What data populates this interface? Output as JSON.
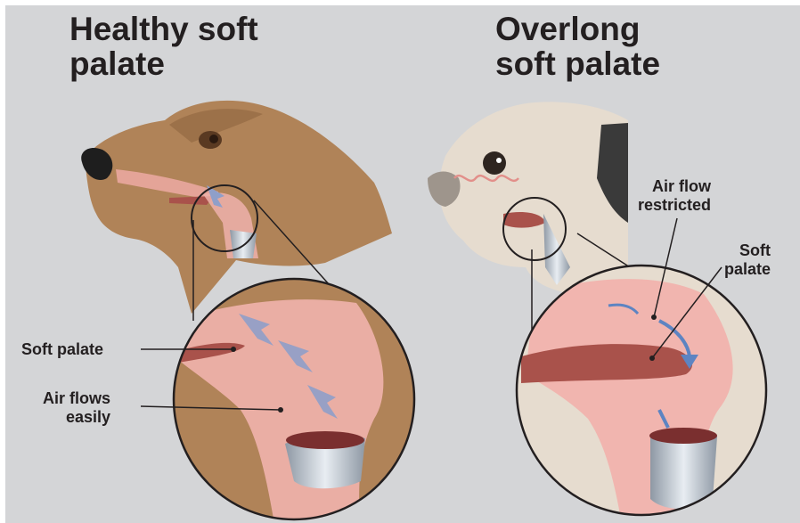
{
  "titles": {
    "healthy": "Healthy soft\npalate",
    "overlong": "Overlong\nsoft palate"
  },
  "labels": {
    "soft_palate_left": "Soft palate",
    "air_flows_easily": "Air flows\neasily",
    "air_flow_restricted": "Air flow\nrestricted",
    "soft_palate_right": "Soft\npalate"
  },
  "colors": {
    "background": "#d4d5d7",
    "dog_fur": "#b08358",
    "pug_fur": "#e6dccf",
    "airway_pink": "#f1b2ad",
    "palate": "#a9524b",
    "airflow_arrow": "#8f9fc9",
    "text": "#231f20"
  }
}
